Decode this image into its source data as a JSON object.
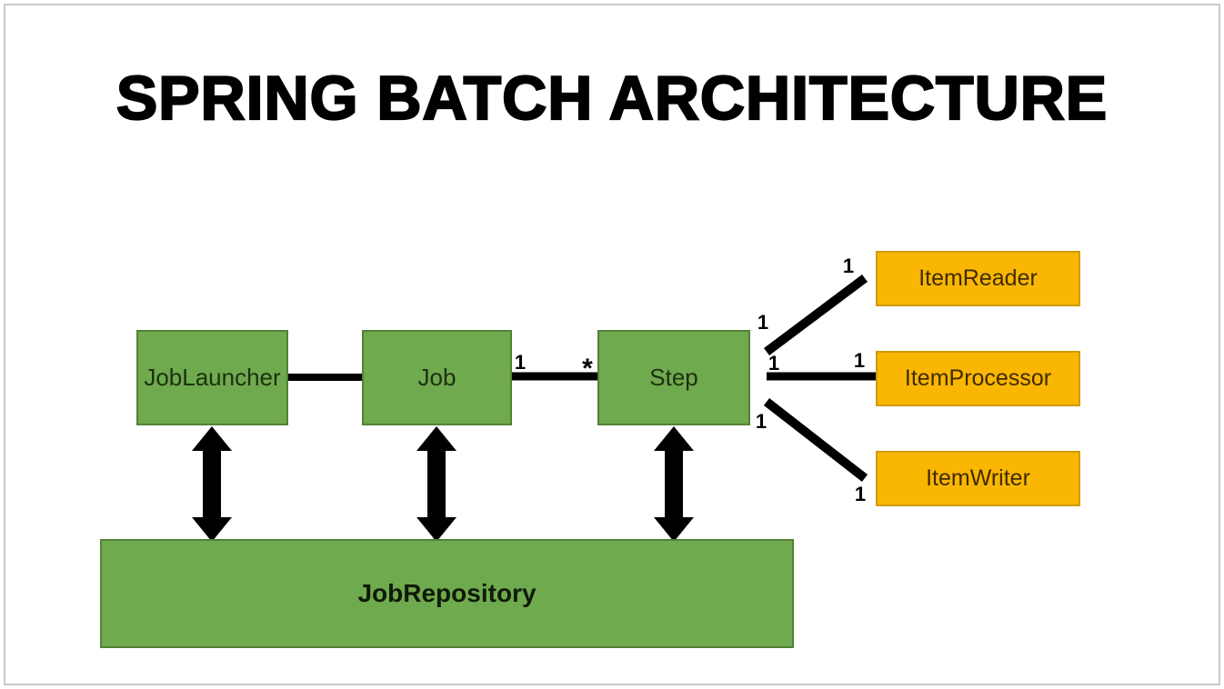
{
  "title": "SPRING BATCH ARCHITECTURE",
  "nodes": {
    "job_launcher": {
      "label": "JobLauncher"
    },
    "job": {
      "label": "Job"
    },
    "step": {
      "label": "Step"
    },
    "job_repository": {
      "label": "JobRepository"
    },
    "item_reader": {
      "label": "ItemReader"
    },
    "item_processor": {
      "label": "ItemProcessor"
    },
    "item_writer": {
      "label": "ItemWriter"
    }
  },
  "edges": {
    "job_launcher_to_job": {
      "from_label": "",
      "to_label": ""
    },
    "job_to_step": {
      "from_label": "1",
      "to_label": "*"
    },
    "step_to_item_reader": {
      "from_label": "1",
      "to_label": "1"
    },
    "step_to_item_processor": {
      "from_label": "1",
      "to_label": "1"
    },
    "step_to_item_writer": {
      "from_label": "1",
      "to_label": "1"
    }
  },
  "colors": {
    "node_green_fill": "#6faa4e",
    "node_green_border": "#538135",
    "node_orange_fill": "#f9b603",
    "node_orange_border": "#cf9b05",
    "connector": "#000000",
    "frame_border": "#c9c9c9",
    "title_text": "#000000"
  }
}
